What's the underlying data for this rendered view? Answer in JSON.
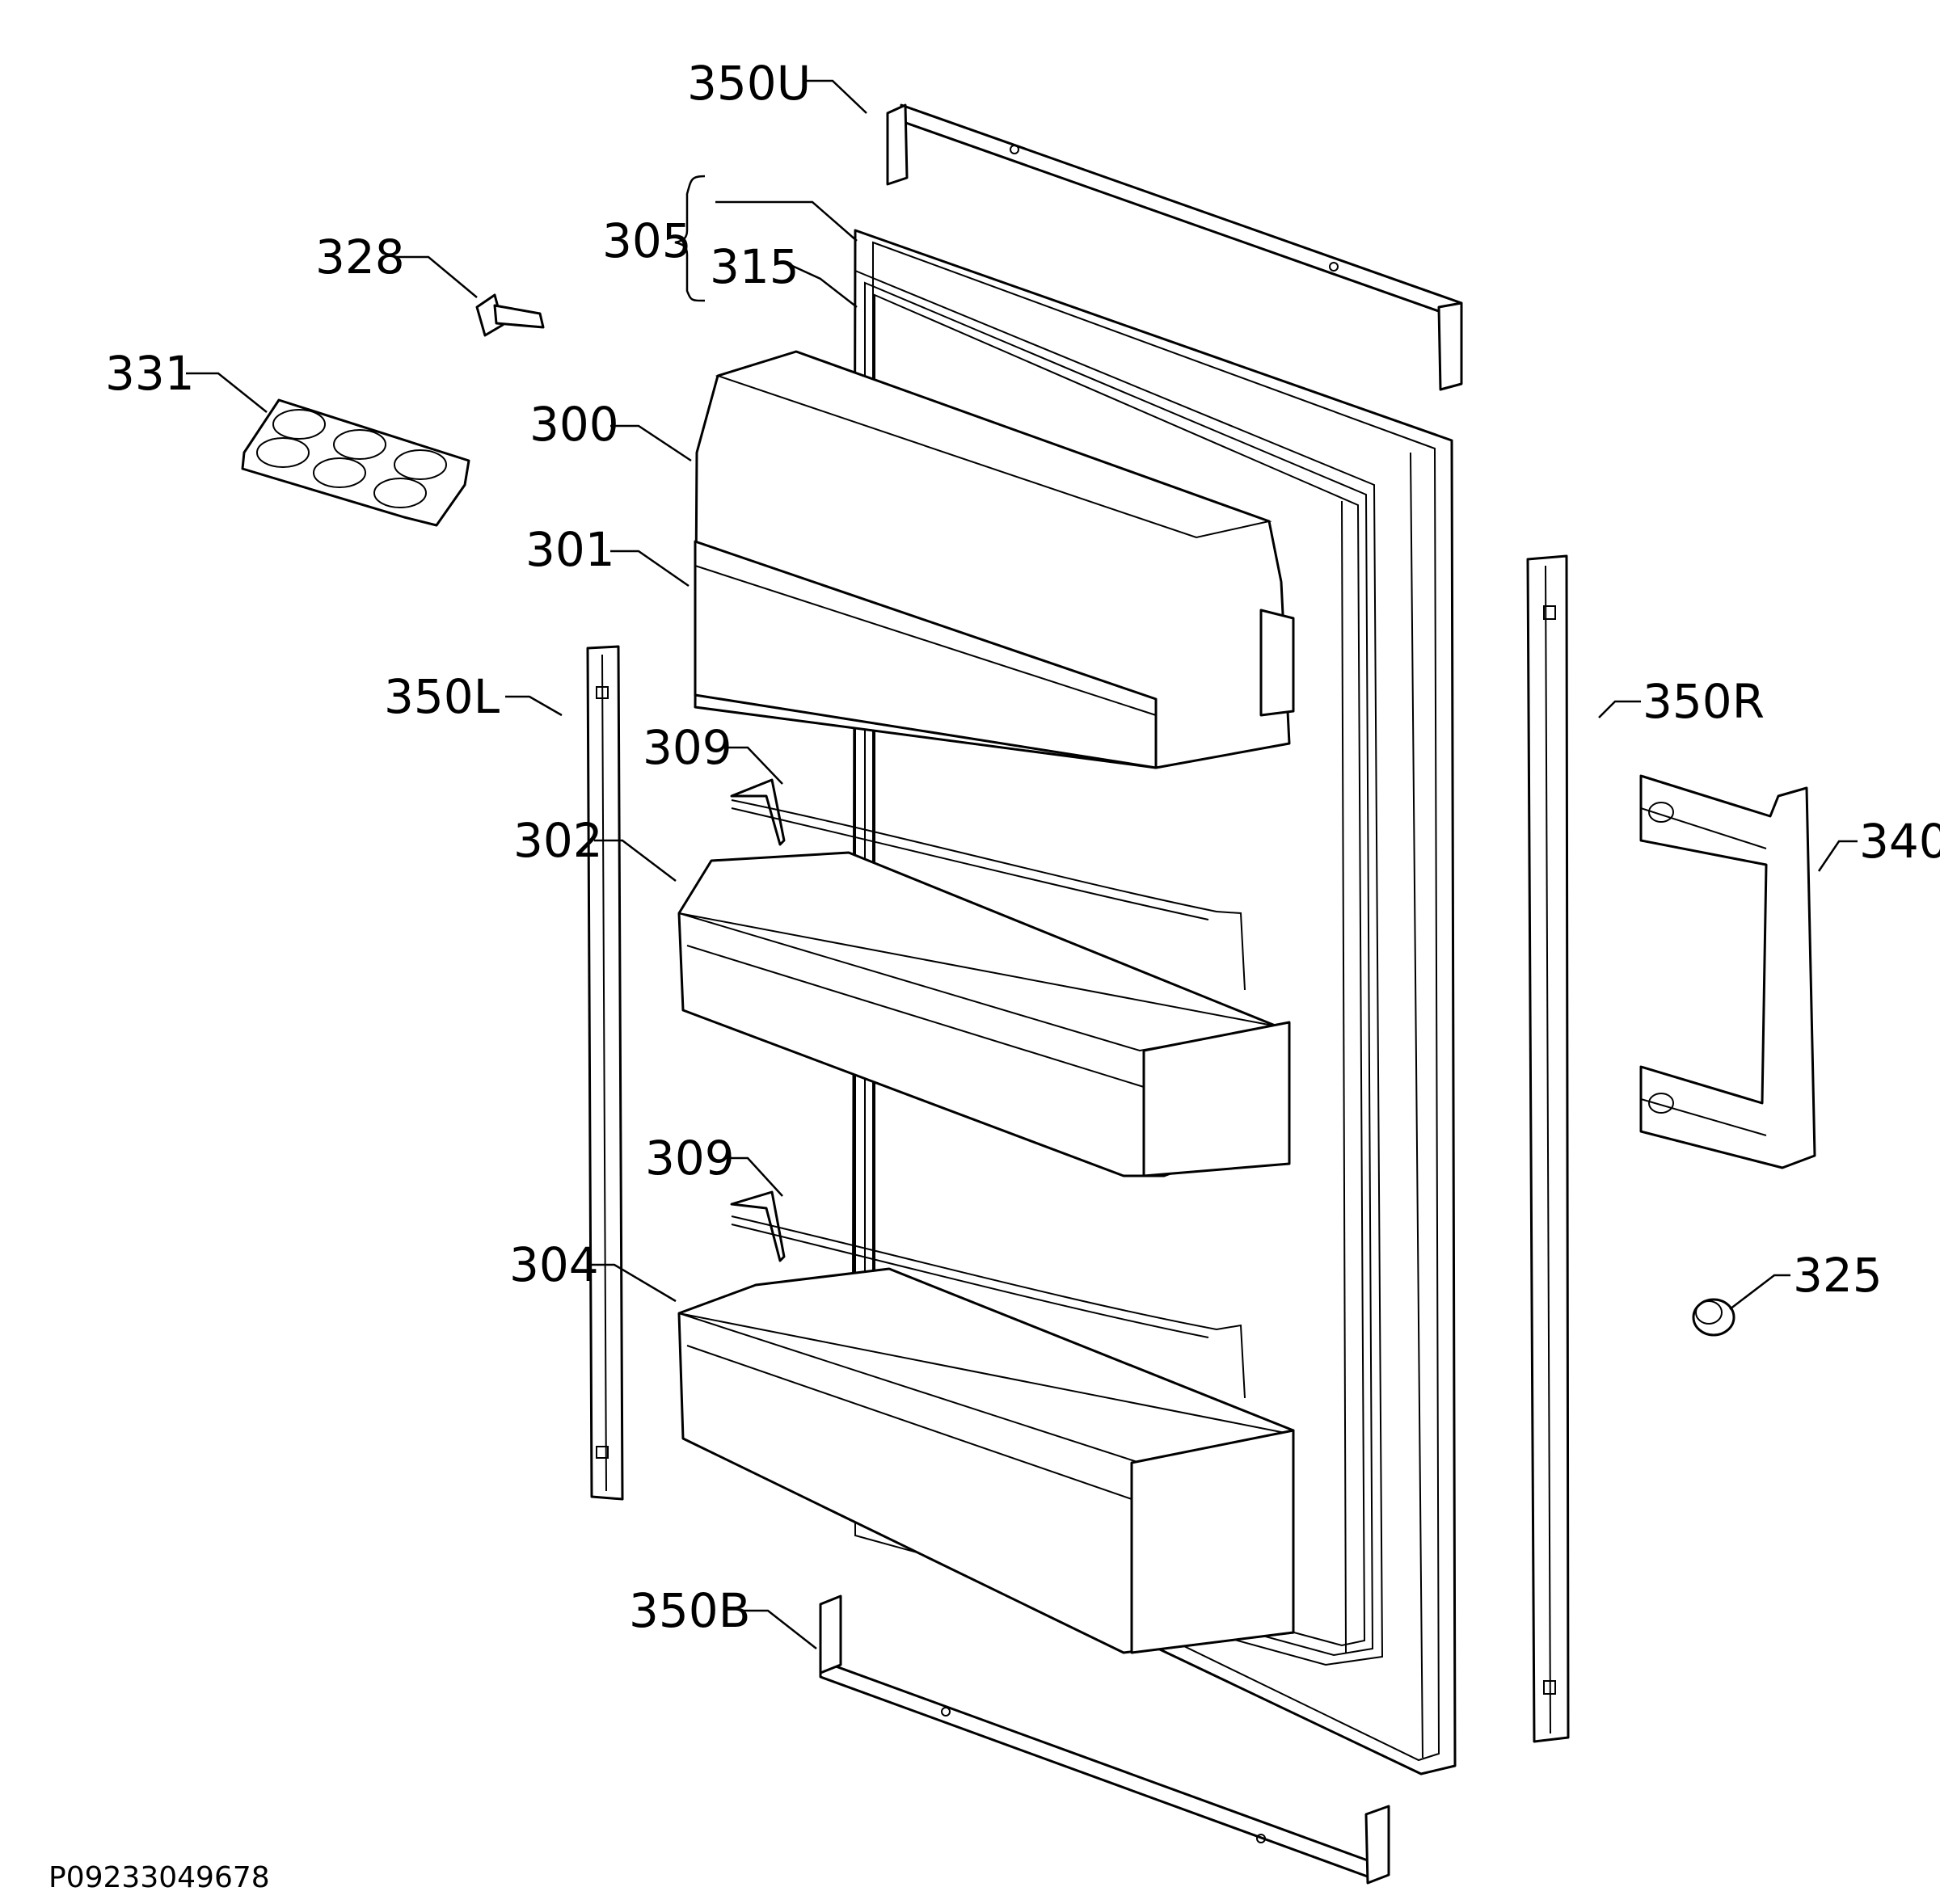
{
  "diagram": {
    "document_id": "P09233049678",
    "callouts": {
      "c350U": "350U",
      "c305": "305",
      "c315": "315",
      "c328": "328",
      "c331": "331",
      "c300": "300",
      "c301": "301",
      "c350L": "350L",
      "c309a": "309",
      "c302": "302",
      "c309b": "309",
      "c304": "304",
      "c350B": "350B",
      "c350R": "350R",
      "c340": "340",
      "c325": "325"
    }
  }
}
